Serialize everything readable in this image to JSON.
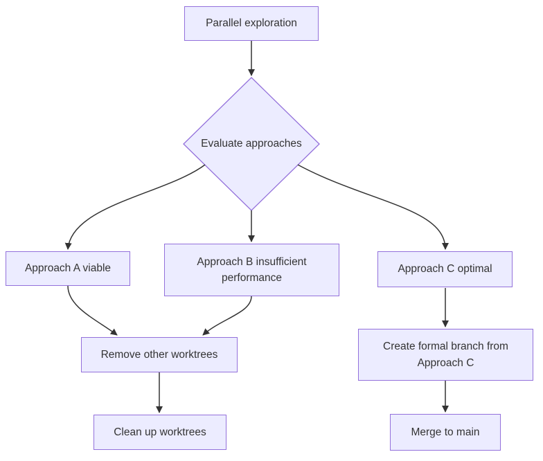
{
  "diagram": {
    "type": "flowchart",
    "direction": "top-down",
    "colors": {
      "background": "#FFFFFF",
      "node_fill": "#ECECFF",
      "node_border": "#9370DB",
      "edge": "#333333",
      "text": "#333333"
    },
    "nodes": {
      "parallel": {
        "label": "Parallel exploration",
        "shape": "rectangle"
      },
      "evaluate": {
        "label": "Evaluate approaches",
        "shape": "diamond"
      },
      "approach_a": {
        "label": "Approach A viable",
        "shape": "rectangle"
      },
      "approach_b": {
        "label": "Approach B insufficient performance",
        "shape": "rectangle"
      },
      "approach_c": {
        "label": "Approach C optimal",
        "shape": "rectangle"
      },
      "remove_worktrees": {
        "label": "Remove other worktrees",
        "shape": "rectangle"
      },
      "clean_worktrees": {
        "label": "Clean up worktrees",
        "shape": "rectangle"
      },
      "create_branch": {
        "label": "Create formal branch from Approach C",
        "shape": "rectangle"
      },
      "merge_main": {
        "label": "Merge to main",
        "shape": "rectangle"
      }
    },
    "edges": [
      {
        "from": "parallel",
        "to": "evaluate"
      },
      {
        "from": "evaluate",
        "to": "approach_a"
      },
      {
        "from": "evaluate",
        "to": "approach_b"
      },
      {
        "from": "evaluate",
        "to": "approach_c"
      },
      {
        "from": "approach_a",
        "to": "remove_worktrees"
      },
      {
        "from": "approach_b",
        "to": "remove_worktrees"
      },
      {
        "from": "remove_worktrees",
        "to": "clean_worktrees"
      },
      {
        "from": "approach_c",
        "to": "create_branch"
      },
      {
        "from": "create_branch",
        "to": "merge_main"
      }
    ]
  }
}
